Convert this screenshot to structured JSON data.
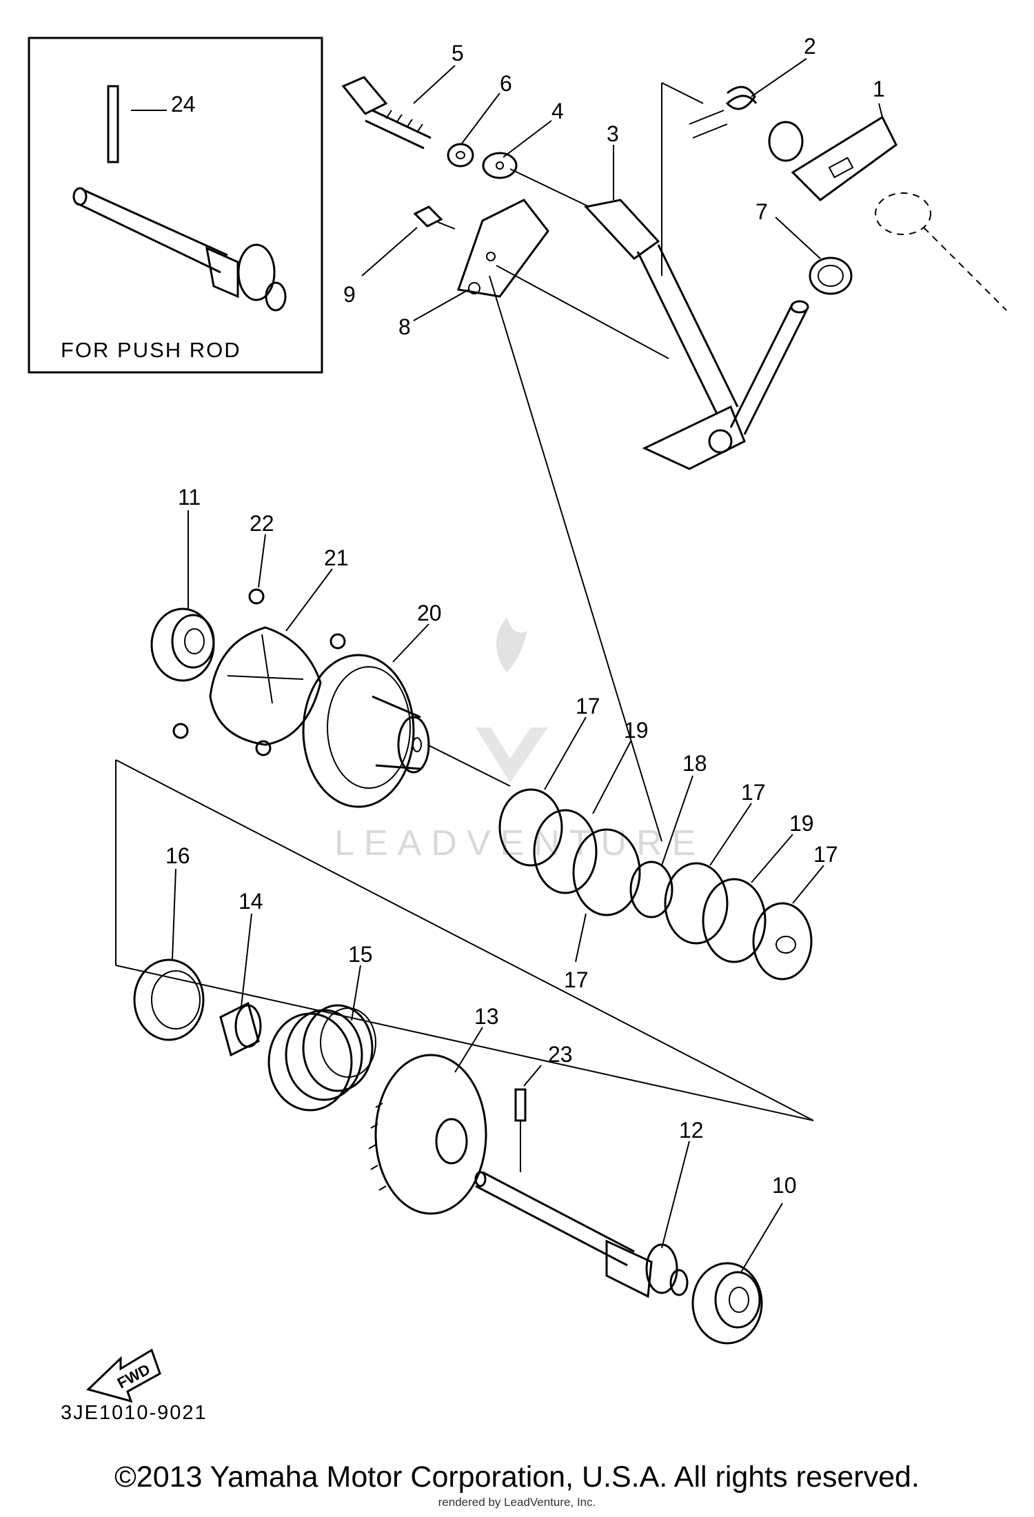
{
  "inset": {
    "caption": "FOR PUSH ROD",
    "callout": "24"
  },
  "callouts": {
    "c1": "1",
    "c2": "2",
    "c3": "3",
    "c4": "4",
    "c5": "5",
    "c6": "6",
    "c7": "7",
    "c8": "8",
    "c9": "9",
    "c10": "10",
    "c11": "11",
    "c12": "12",
    "c13": "13",
    "c14": "14",
    "c15": "15",
    "c16": "16",
    "c17a": "17",
    "c17b": "17",
    "c17c": "17",
    "c17d": "17",
    "c18": "18",
    "c19a": "19",
    "c19b": "19",
    "c20": "20",
    "c21": "21",
    "c22": "22",
    "c23": "23"
  },
  "fwd_label": "FWD",
  "diagram_code": "3JE1010-9021",
  "watermark": "LEADVENTURE",
  "copyright": "©2013 Yamaha Motor Corporation, U.S.A. All rights reserved.",
  "rendered_by": "rendered by LeadVenture, Inc."
}
